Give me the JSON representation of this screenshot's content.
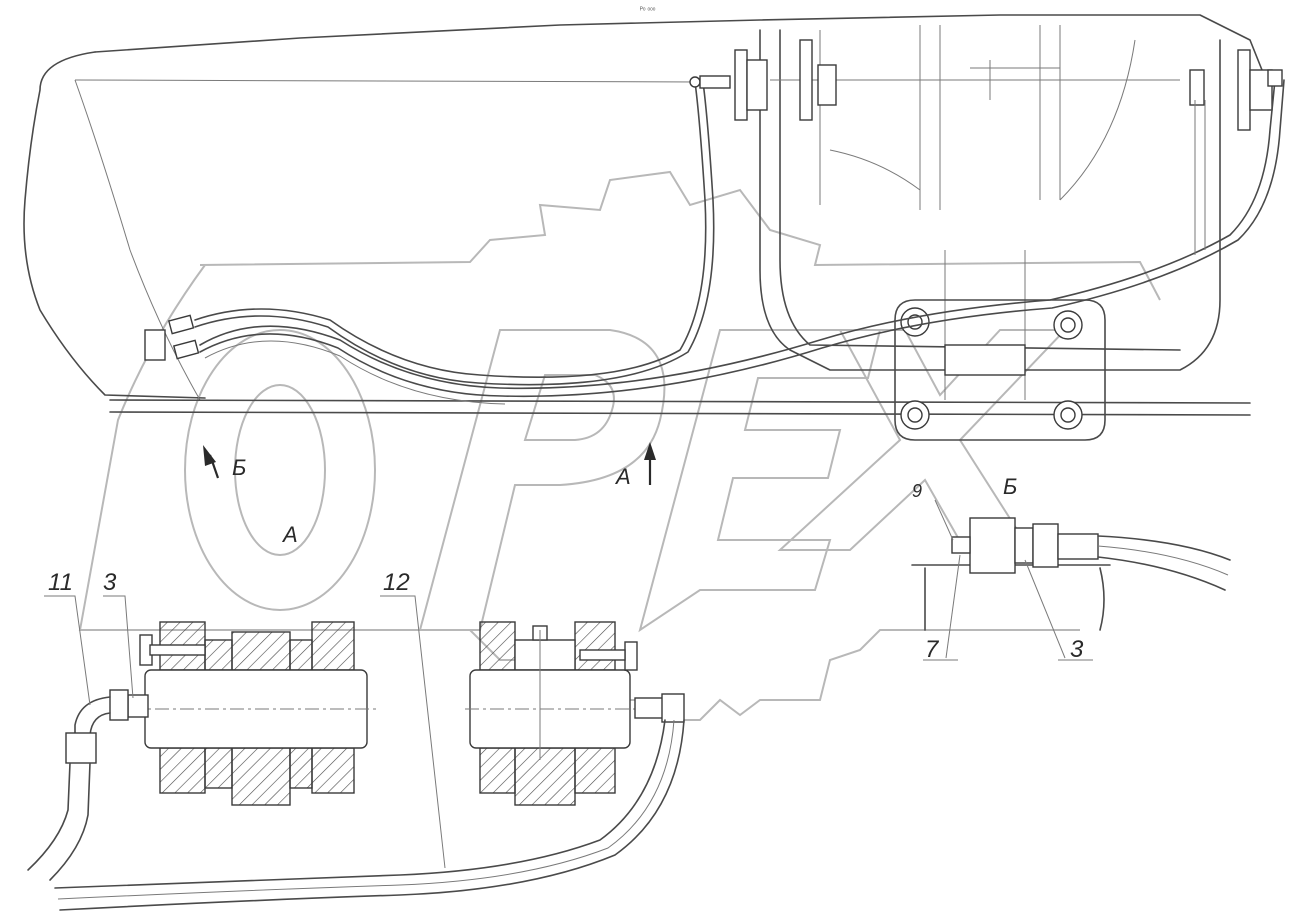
{
  "header_text": "ᴾᵒ ᵒᵒᵒ",
  "watermark": "OPEX",
  "view_labels": {
    "arrow_b": "Б",
    "arrow_a": "А",
    "section_a": "А",
    "section_b": "Б"
  },
  "callouts": {
    "c11": "11",
    "c3_left": "3",
    "c12": "12",
    "c9": "9",
    "c7": "7",
    "c3_right": "3"
  },
  "colors": {
    "line": "#4a4a4a",
    "watermark": "#b8b8b8",
    "background": "#ffffff"
  }
}
